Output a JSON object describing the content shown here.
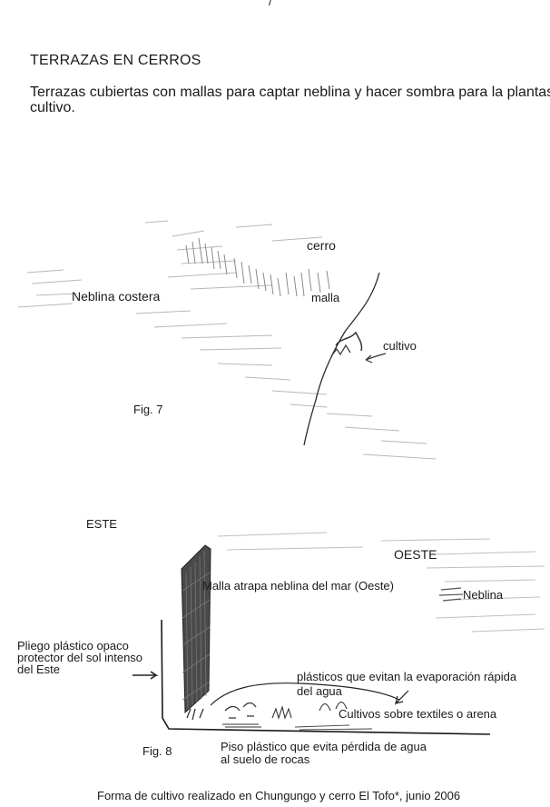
{
  "page_mark": "/",
  "section_title": "TERRAZAS EN CERROS",
  "intro_text": "Terrazas cubiertas con mallas para captar neblina y hacer sombra para la plantas de cultivo.",
  "fig7": {
    "label_cerro": "cerro",
    "label_neblina": "Neblina costera",
    "label_malla": "malla",
    "label_cultivo": "cultivo",
    "caption": "Fig.  7"
  },
  "fig8": {
    "label_este": "ESTE",
    "label_oeste": "OESTE",
    "label_malla": "Malla atrapa neblina del mar (Oeste)",
    "label_neblina": "Neblina",
    "pliego_line1": "Pliego plástico opaco",
    "pliego_line2": "protector del sol intenso",
    "pliego_line3": "del  Este",
    "plasticos_line1": "plásticos que evitan la evaporación rápida",
    "plasticos_line2": "del agua",
    "cultivos": "Cultivos sobre textiles o arena",
    "piso_line1": "Piso plástico que evita pérdida de agua",
    "piso_line2": "al suelo de rocas",
    "caption": "Fig. 8"
  },
  "footer_text": "Forma de cultivo realizado en Chungungo  y  cerro El Tofo*,   junio 2006"
}
